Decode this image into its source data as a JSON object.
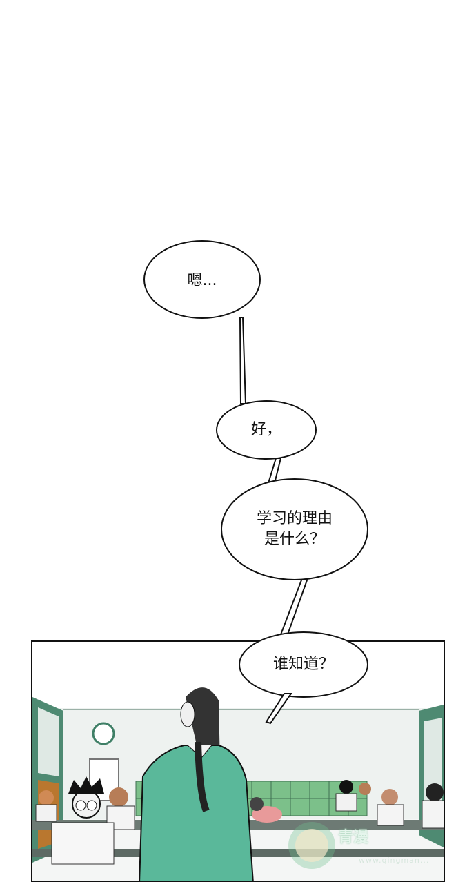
{
  "dialogue": [
    {
      "id": "b1",
      "text": "嗯..."
    },
    {
      "id": "b2",
      "text": "好，"
    },
    {
      "id": "b3",
      "lines": [
        "学习的理由",
        "是什么？"
      ]
    },
    {
      "id": "b4",
      "text": "谁知道？"
    }
  ],
  "watermark": {
    "brand": "青漫",
    "url": "www.qingman..."
  },
  "colors": {
    "jacket": "#5ab89a",
    "lockers": "#7cc08a",
    "wall_trim": "#3f7f66"
  }
}
